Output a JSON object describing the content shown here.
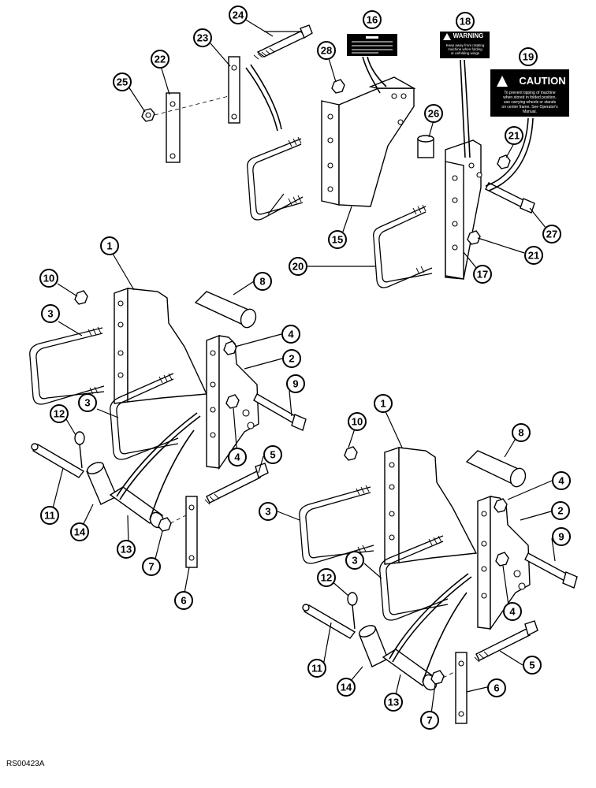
{
  "figure": {
    "reference_code": "RS00423A"
  },
  "decals": {
    "warning_title": "WARNING",
    "warning_text": [
      "Keep away from rotating",
      "machine when folding",
      "or unfolding wings"
    ],
    "caution_title": "CAUTION",
    "caution_text": [
      "To prevent tipping of machine",
      "when stored in folded position,",
      "use carrying wheels or stands",
      "on center frame. See Operator's",
      "Manual."
    ]
  },
  "callouts": {
    "c1a": "1",
    "c1b": "1",
    "c2a": "2",
    "c2b": "2",
    "c3a": "3",
    "c3b": "3",
    "c3c": "3",
    "c3d": "3",
    "c4a": "4",
    "c4b": "4",
    "c4c": "4",
    "c4d": "4",
    "c5a": "5",
    "c5b": "5",
    "c6a": "6",
    "c6b": "6",
    "c7a": "7",
    "c7b": "7",
    "c8a": "8",
    "c8b": "8",
    "c9a": "9",
    "c9b": "9",
    "c10a": "10",
    "c10b": "10",
    "c11a": "11",
    "c11b": "11",
    "c12a": "12",
    "c12b": "12",
    "c13a": "13",
    "c13b": "13",
    "c14a": "14",
    "c14b": "14",
    "c15": "15",
    "c16": "16",
    "c17": "17",
    "c18": "18",
    "c19": "19",
    "c20": "20",
    "c21a": "21",
    "c21b": "21",
    "c22": "22",
    "c23": "23",
    "c24": "24",
    "c25": "25",
    "c26": "26",
    "c27": "27",
    "c28": "28"
  }
}
